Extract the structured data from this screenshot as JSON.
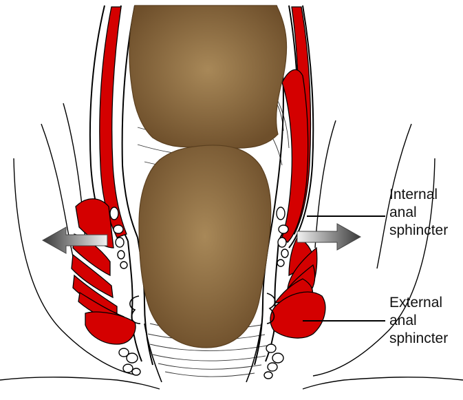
{
  "labels": {
    "internal": {
      "line1": "Internal",
      "line2": "anal",
      "line3": "sphincter"
    },
    "external": {
      "line1": "External",
      "line2": "anal",
      "line3": "sphincter"
    }
  },
  "colors": {
    "muscle_red": "#d40000",
    "stool_brown": "#7a5a33",
    "stool_highlight": "#a88858",
    "outline": "#000000",
    "arrow_gray": "#7f7f7f"
  }
}
